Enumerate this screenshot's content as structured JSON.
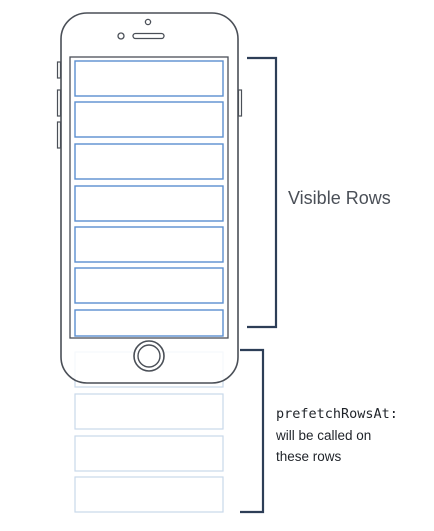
{
  "labels": {
    "visible_rows": "Visible Rows",
    "prefetch_method": "prefetchRowsAt:",
    "prefetch_line1": "will be called on",
    "prefetch_line2": "these rows"
  },
  "rows": {
    "visible_count": 7,
    "prefetch_count": 4
  },
  "colors": {
    "phone_outline": "#4a4f57",
    "row_visible": "#5b8fcf",
    "row_prefetch": "#c9d8ea",
    "bracket": "#2d3e57",
    "text": "#1f2329"
  }
}
